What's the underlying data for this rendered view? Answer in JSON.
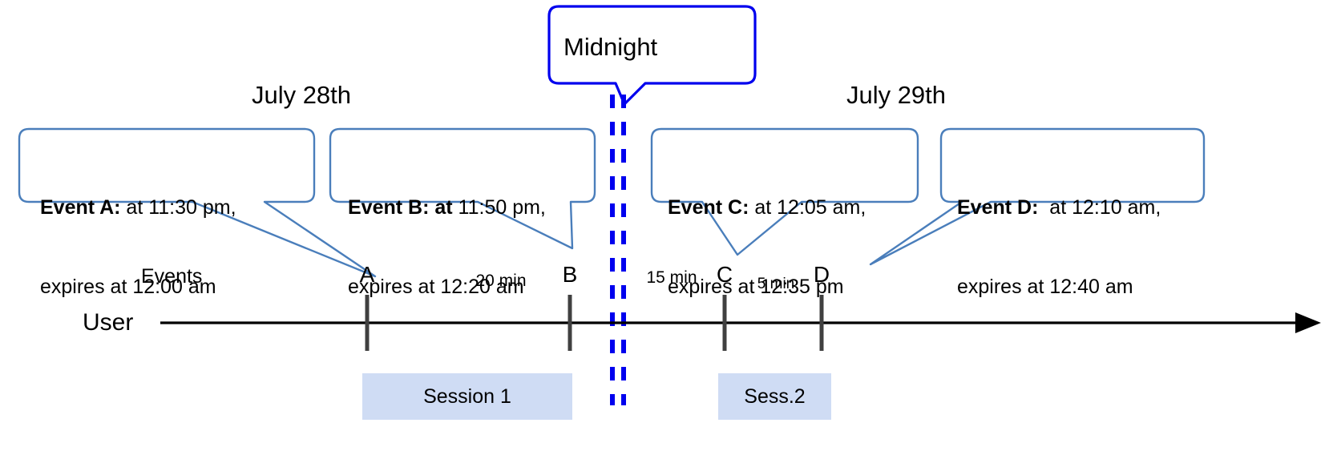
{
  "diagram": {
    "title_bubble": {
      "label": "Midnight"
    },
    "dates": [
      {
        "label": "July 28th"
      },
      {
        "label": "July 29th"
      }
    ],
    "callouts": [
      {
        "name": "event-a",
        "bold": "Event A:",
        "rest": " at 11:30 pm,",
        "line2": "expires at 12:00 am"
      },
      {
        "name": "event-b",
        "bold": "Event B: at",
        "rest": " 11:50 pm,",
        "line2": "expires at 12:20 am"
      },
      {
        "name": "event-c",
        "bold": "Event C:",
        "rest": " at 12:05 am,",
        "line2": "expires at 12:35 pm"
      },
      {
        "name": "event-d",
        "bold": "Event D:",
        "rest": "  at 12:10 am,",
        "line2": "expires at 12:40 am"
      }
    ],
    "axis": {
      "row_label": "User",
      "events_label": "Events",
      "ticks": [
        {
          "id": "A",
          "label": "A"
        },
        {
          "id": "B",
          "label": "B"
        },
        {
          "id": "C",
          "label": "C"
        },
        {
          "id": "D",
          "label": "D"
        }
      ],
      "gaps": [
        {
          "label": "20 min"
        },
        {
          "label": "15 min"
        },
        {
          "label": "5 min"
        }
      ]
    },
    "sessions": [
      {
        "label": "Session 1"
      },
      {
        "label": "Sess.2"
      }
    ],
    "colors": {
      "callout_border": "#4a7ebb",
      "midnight_border": "#0000ee",
      "midnight_dash": "#0000ee",
      "tick": "#404040",
      "axis": "#000000",
      "session_fill": "#cfdcf4"
    }
  }
}
